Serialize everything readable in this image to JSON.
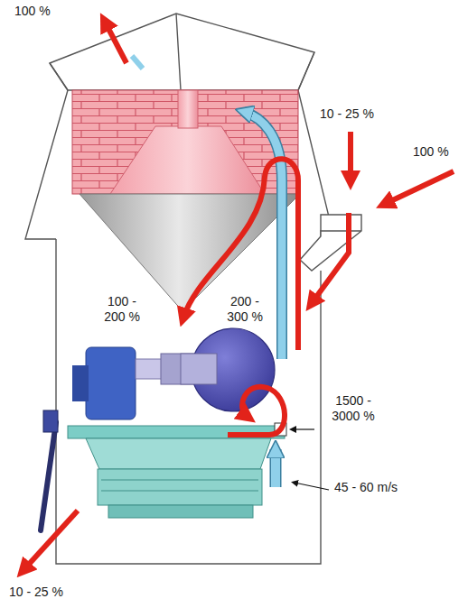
{
  "diagram": {
    "labels": [
      "100 %",
      "10 - 25 %",
      "100 %",
      "100 - 200 %",
      "200 - 300 %",
      "1500 - 3000 %",
      "45 - 60 m/s",
      "10 - 25 %"
    ]
  }
}
